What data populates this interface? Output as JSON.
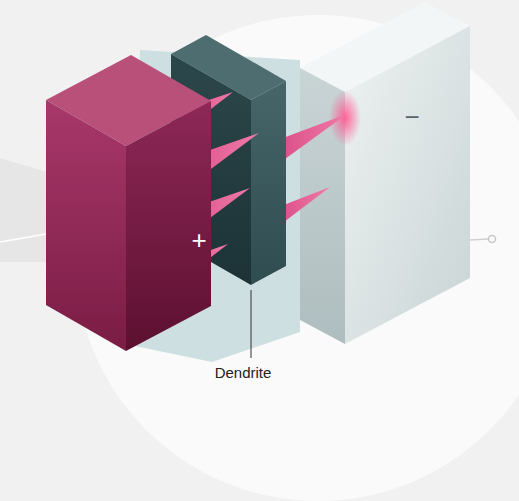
{
  "diagram": {
    "labels": [
      "+",
      "−",
      "Dendrite"
    ]
  }
}
